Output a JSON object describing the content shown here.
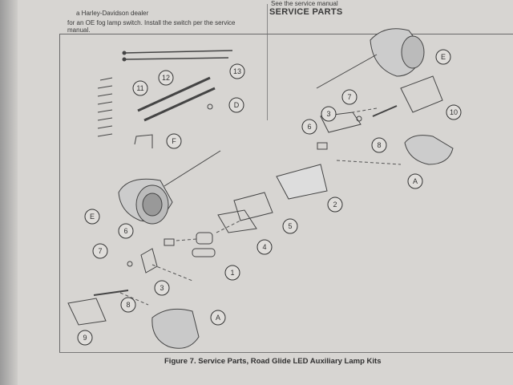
{
  "top_left_lines": {
    "line1": "",
    "line2": "a Harley-Davidson dealer",
    "line3": "for an OE fog lamp switch. Install the switch per the service",
    "line4": "manual."
  },
  "top_right_line": "See the service manual",
  "heading": "SERVICE PARTS",
  "small_code": "",
  "caption": "Figure 7. Service Parts, Road Glide LED Auxiliary Lamp Kits",
  "callouts": [
    "11",
    "12",
    "13",
    "D",
    "F",
    "E",
    "6",
    "7",
    "3",
    "8",
    "9",
    "1",
    "2",
    "4",
    "5",
    "A",
    "E",
    "10",
    "7",
    "3",
    "6",
    "8",
    "A"
  ]
}
